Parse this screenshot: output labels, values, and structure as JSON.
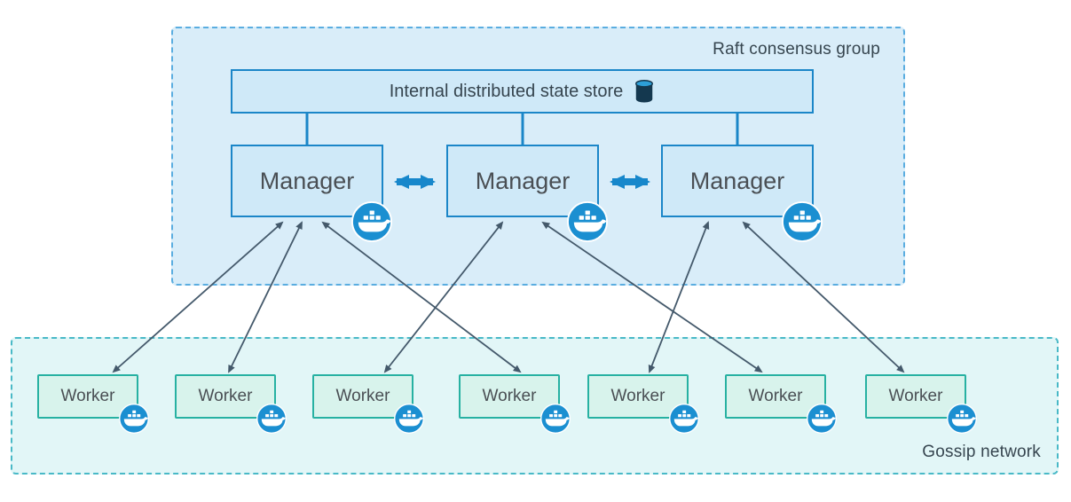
{
  "title": "Docker Swarm architecture diagram",
  "colors": {
    "raft_fill": "#d9edf9",
    "raft_border": "#5aade0",
    "node_fill": "#cfe9f8",
    "node_border": "#1b86c8",
    "gossip_fill": "#e2f6f7",
    "gossip_border": "#49b9c7",
    "worker_fill": "#d8f3ec",
    "worker_border": "#27b1a2",
    "thick_arrow": "#1787cb",
    "thin_arrow": "#44596b",
    "docker_badge": "#1b8fd1",
    "label_text": "#36454f",
    "node_text": "#4a4f54"
  },
  "raft_group": {
    "label": "Raft consensus group",
    "state_store_label": "Internal distributed state store",
    "managers": [
      "Manager",
      "Manager",
      "Manager"
    ]
  },
  "gossip_network": {
    "label": "Gossip network",
    "workers": [
      "Worker",
      "Worker",
      "Worker",
      "Worker",
      "Worker",
      "Worker",
      "Worker"
    ]
  },
  "icons": {
    "docker": "docker-whale-icon",
    "database": "database-cylinder-icon"
  }
}
